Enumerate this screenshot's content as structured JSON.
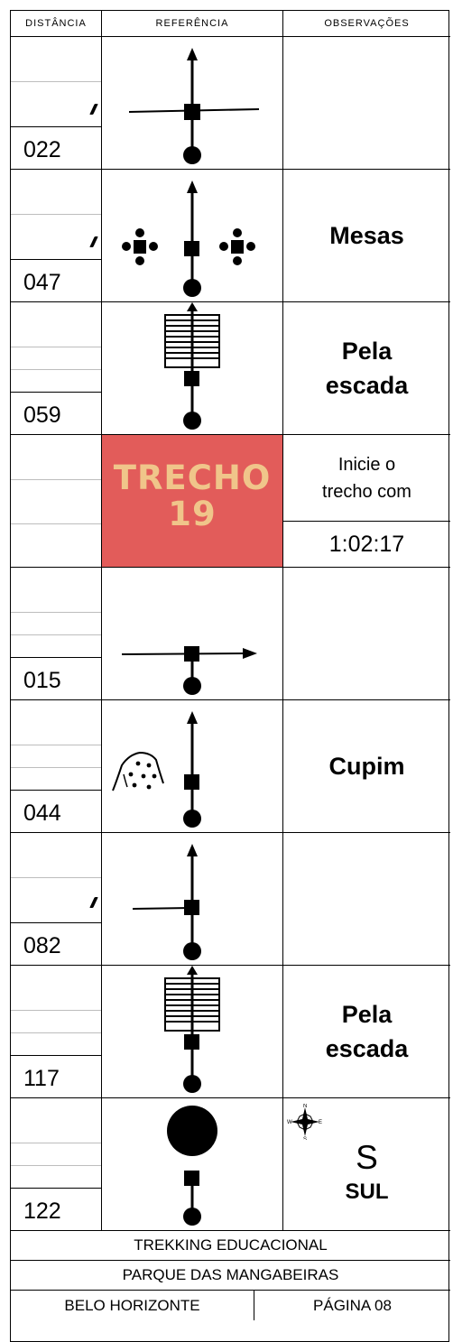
{
  "header": {
    "distance": "DISTÂNCIA",
    "reference": "REFERÊNCIA",
    "observations": "OBSERVAÇÕES"
  },
  "rows": [
    {
      "distance": "022",
      "reference": "straight-left-cross",
      "observation": ""
    },
    {
      "distance": "047",
      "reference": "straight-tables",
      "observation": "Mesas"
    },
    {
      "distance": "059",
      "reference": "stairs",
      "observation_line1": "Pela",
      "observation_line2": "escada"
    },
    {
      "distance": "",
      "reference": "section-start",
      "trecho_line1": "TRECHO",
      "trecho_line2": "19",
      "observation_line1": "Inicie o",
      "observation_line2": "trecho com",
      "observation_time": "1:02:17",
      "section_color": "#e25c5a"
    },
    {
      "distance": "015",
      "reference": "right-turn",
      "observation": ""
    },
    {
      "distance": "044",
      "reference": "straight-termite",
      "observation": "Cupim"
    },
    {
      "distance": "082",
      "reference": "straight-left-short",
      "observation": ""
    },
    {
      "distance": "117",
      "reference": "stairs",
      "observation_line1": "Pela",
      "observation_line2": "escada"
    },
    {
      "distance": "122",
      "reference": "finish-circle",
      "compass_icon": "compass-rose-icon",
      "observation_letter": "S",
      "observation_word": "SUL"
    }
  ],
  "footer": {
    "line1": "TREKKING EDUCACIONAL",
    "line2": "PARQUE DAS MANGABEIRAS",
    "city": "BELO HORIZONTE",
    "page": "PÁGINA 08"
  }
}
